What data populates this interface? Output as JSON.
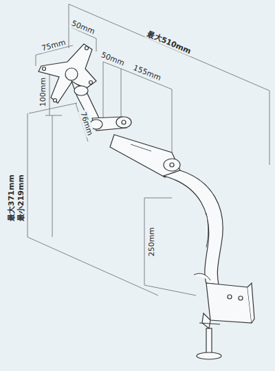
{
  "diagram": {
    "labels": [
      "最大510mm",
      "50mm",
      "75mm",
      "100mm",
      "50mm",
      "155mm",
      "76mm",
      "最大371mm",
      "最小219mm",
      "250mm"
    ]
  }
}
